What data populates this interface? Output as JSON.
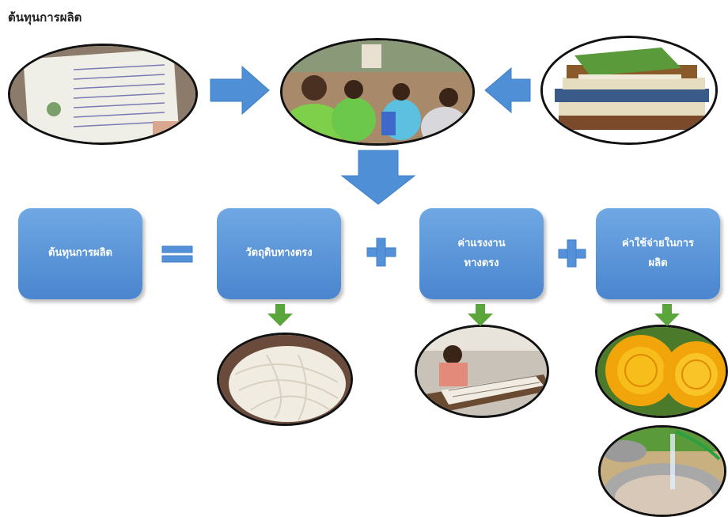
{
  "title": "ต้นทุนการผลิต",
  "boxes": {
    "production_cost": "ต้นทุนการผลิต",
    "direct_materials": "วัตถุดิบทางตรง",
    "direct_labor_line1": "ค่าแรงงาน",
    "direct_labor_line2": "ทางตรง",
    "overhead_line1": "ค่าใช้จ่ายในการ",
    "overhead_line2": "ผลิต"
  },
  "photos": {
    "document": "handwritten-document-photo",
    "meeting": "group-meeting-photo",
    "books": "stack-of-books-photo",
    "yarn": "white-yarn-skein-photo",
    "weaving": "loom-weaving-photo",
    "flowers": "marigold-flowers-photo",
    "dye": "dye-pot-photo"
  },
  "colors": {
    "box_blue": "#5591d8",
    "arrow_blue": "#4f8fd6",
    "arrow_green": "#5aa63c"
  }
}
